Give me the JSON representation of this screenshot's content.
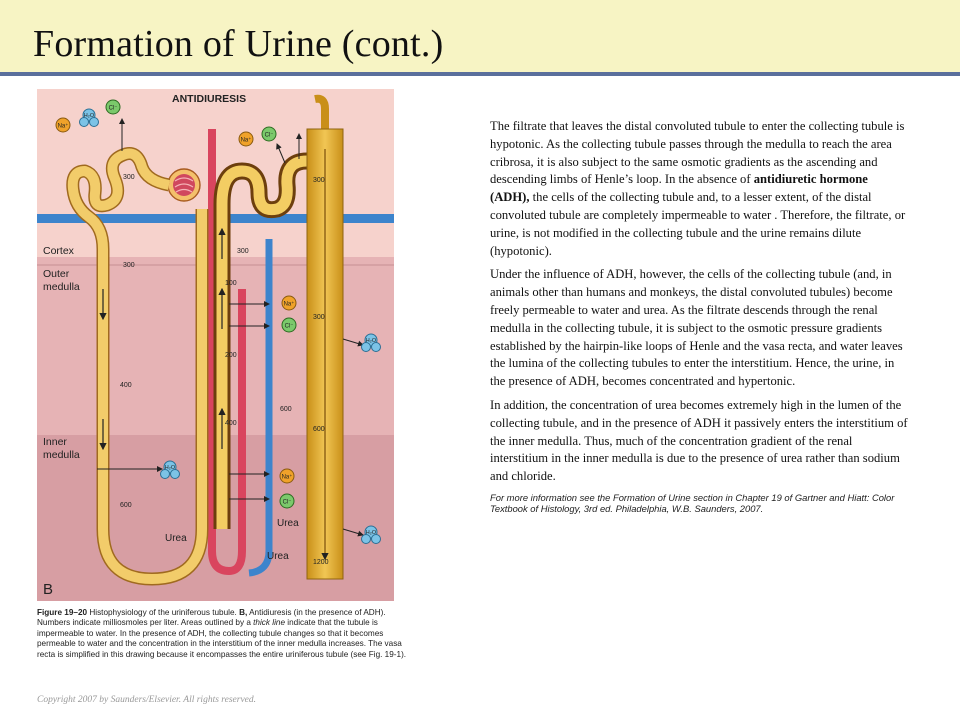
{
  "slide": {
    "title": "Formation of Urine (cont.)"
  },
  "figure": {
    "heading": "ANTIDIURESIS",
    "panel_letter": "B",
    "zones": {
      "cortex": "Cortex",
      "outer_medulla_1": "Outer",
      "outer_medulla_2": "medulla",
      "inner_medulla_1": "Inner",
      "inner_medulla_2": "medulla"
    },
    "osmolality_labels": [
      "300",
      "300",
      "300",
      "300",
      "100",
      "200",
      "400",
      "400",
      "600",
      "600",
      "600",
      "1200",
      "300"
    ],
    "solutes": {
      "na": "Na⁺",
      "cl": "Cl⁻",
      "water": "H₂O"
    },
    "urea_labels": [
      "Urea",
      "Urea",
      "Urea"
    ]
  },
  "caption": {
    "fig_no": "Figure 19–20",
    "part1": " Histophysiology of the uriniferous tubule. ",
    "b_label": "B,",
    "part2": " Antidiuresis (in the presence of ADH). Numbers indicate milliosmoles per liter. Areas outlined by a ",
    "thick_line": "thick line",
    "part3": " indicate that the tubule is impermeable to water. In the presence of ADH, the collecting tubule changes so that it becomes permeable to water and the concentration in the interstitium of the inner medulla increases. The vasa recta is simplified in this drawing because it encompasses the entire uriniferous tubule (see Fig. 19-1)."
  },
  "copyright": "Copyright 2007 by Saunders/Elsevier. All rights reserved.",
  "body": {
    "p1_a": "The filtrate that leaves the distal convoluted tubule to enter the collecting tubule is hypotonic. As the collecting tubule passes through the medulla to reach the area cribrosa, it is also subject to the same osmotic gradients as the ascending and descending limbs of Henle’s loop. In the absence of ",
    "p1_strong": "antidiuretic hormone (ADH),",
    "p1_b": " the cells of the collecting tubule and, to a lesser extent, of the distal convoluted tubule are completely impermeable to water . Therefore, the filtrate, or urine, is not modified in the collecting tubule and the urine remains dilute (hypotonic).",
    "p2": "Under the influence of ADH, however, the cells of the collecting tubule (and, in animals other than humans and monkeys, the distal convoluted tubules) become freely permeable to water and urea. As the filtrate descends through the renal medulla in the collecting tubule, it is subject to the osmotic pressure gradients established by the hairpin-like loops of Henle and the vasa recta, and water leaves the lumina of the collecting tubules to enter the interstitium. Hence, the urine, in the presence of ADH, becomes concentrated and hypertonic.",
    "p3": "In addition, the concentration of urea becomes extremely high in the lumen of the collecting tubule, and in the presence of ADH it passively enters the interstitium of the inner medulla. Thus, much of the concentration gradient of the renal interstitium in the inner medulla is due to the presence of urea rather than sodium and chloride.",
    "more_info": "For more information see the Formation of Urine section in Chapter 19 of Gartner and Hiatt: Color Textbook of Histology, 3rd ed. Philadelphia, W.B. Saunders, 2007."
  }
}
